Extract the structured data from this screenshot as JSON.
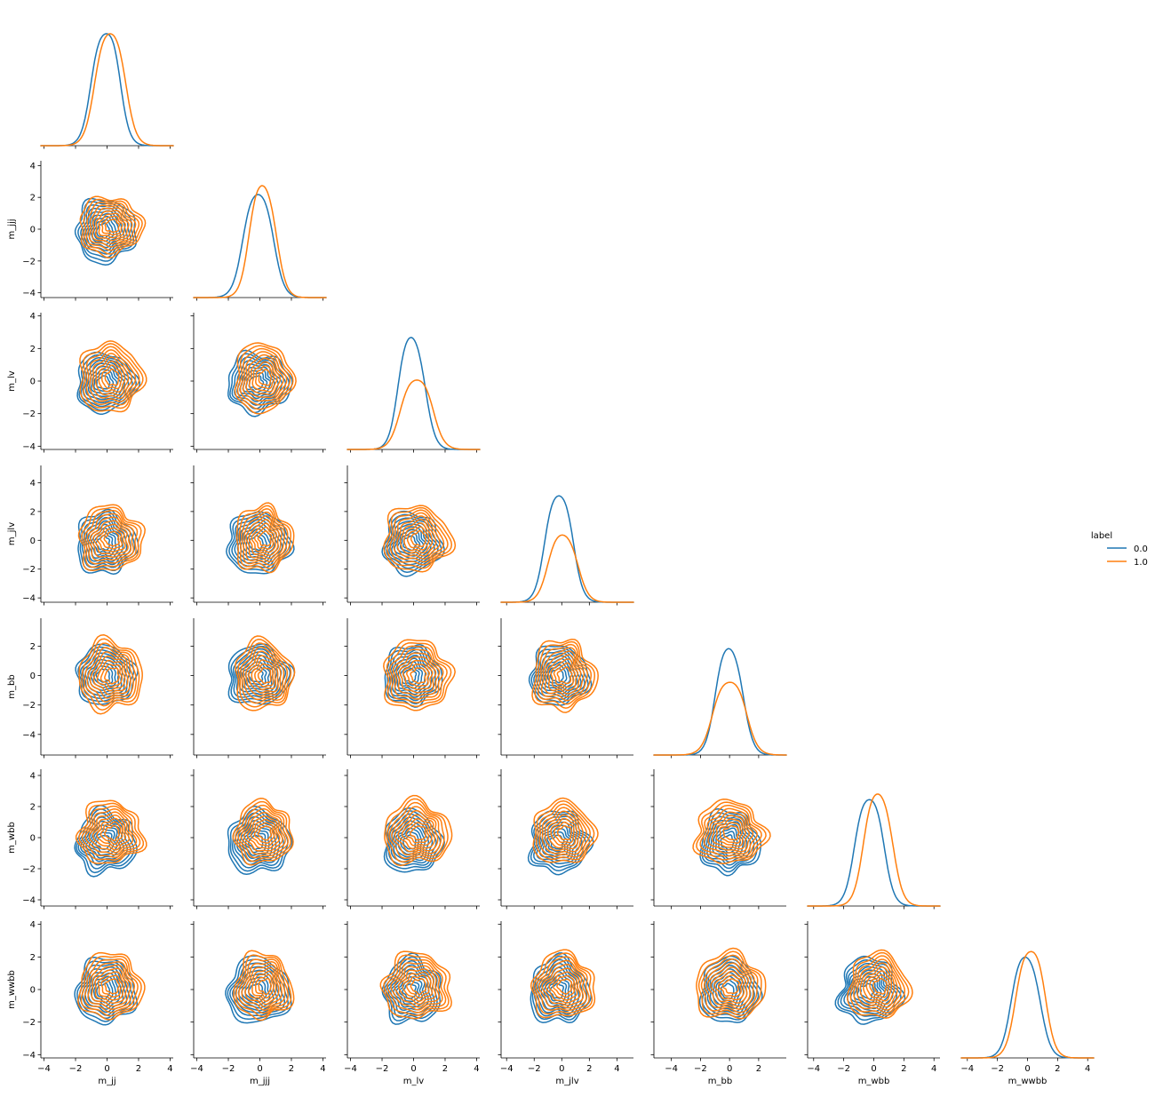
{
  "chart_data": {
    "type": "pairplot",
    "kind_lower": "kde contour",
    "kind_diag": "kde",
    "corner": true,
    "variables": [
      "m_jj",
      "m_jjj",
      "m_lv",
      "m_jlv",
      "m_bb",
      "m_wbb",
      "m_wwbb"
    ],
    "x_ranges": [
      [
        -4.2,
        4.2
      ],
      [
        -4.2,
        4.2
      ],
      [
        -4.2,
        4.2
      ],
      [
        -4.4,
        5.2
      ],
      [
        -5.2,
        3.9
      ],
      [
        -4.4,
        4.4
      ],
      [
        -4.4,
        4.4
      ]
    ],
    "y_ranges": {
      "m_jjj": [
        -4.3,
        4.3
      ],
      "m_lv": [
        -4.2,
        4.2
      ],
      "m_jlv": [
        -4.3,
        5.2
      ],
      "m_bb": [
        -5.4,
        3.9
      ],
      "m_wbb": [
        -4.4,
        4.4
      ],
      "m_wwbb": [
        -4.2,
        4.2
      ]
    },
    "x_ticks": [
      [
        -4,
        -2,
        0,
        2,
        4
      ],
      [
        -4,
        -2,
        0,
        2,
        4
      ],
      [
        -4,
        -2,
        0,
        2,
        4
      ],
      [
        -4,
        -2,
        0,
        2,
        4
      ],
      [
        -4,
        -2,
        0,
        2
      ],
      [
        -4,
        -2,
        0,
        2,
        4
      ],
      [
        -4,
        -2,
        0,
        2,
        4
      ]
    ],
    "y_ticks": {
      "m_jjj": [
        -4,
        -2,
        0,
        2,
        4
      ],
      "m_lv": [
        -4,
        -2,
        0,
        2,
        4
      ],
      "m_jlv": [
        -4,
        -2,
        0,
        2,
        4
      ],
      "m_bb": [
        -4,
        -2,
        0,
        2
      ],
      "m_wbb": [
        -4,
        -2,
        0,
        2,
        4
      ],
      "m_wwbb": [
        -4,
        -2,
        0,
        2,
        4
      ]
    },
    "hue": "label",
    "series": [
      {
        "name": "0.0",
        "color": "#1f77b4",
        "means": [
          -0.1,
          -0.1,
          -0.1,
          -0.2,
          0.0,
          -0.3,
          -0.1
        ],
        "stds": [
          0.75,
          0.8,
          0.72,
          0.85,
          0.8,
          0.8,
          0.8
        ],
        "diag_peaks": [
          1.0,
          0.92,
          1.0,
          0.95,
          0.95,
          0.95,
          0.9
        ]
      },
      {
        "name": "1.0",
        "color": "#ff7f0e",
        "means": [
          0.2,
          0.2,
          0.2,
          0.1,
          0.0,
          0.3,
          0.2
        ],
        "stds": [
          0.8,
          0.72,
          0.85,
          0.9,
          0.95,
          0.8,
          0.8
        ],
        "diag_peaks": [
          1.0,
          1.0,
          0.62,
          0.6,
          0.65,
          1.0,
          0.95
        ]
      }
    ],
    "legend": {
      "title": "label",
      "placement": "right",
      "entries": [
        "0.0",
        "1.0"
      ]
    }
  }
}
